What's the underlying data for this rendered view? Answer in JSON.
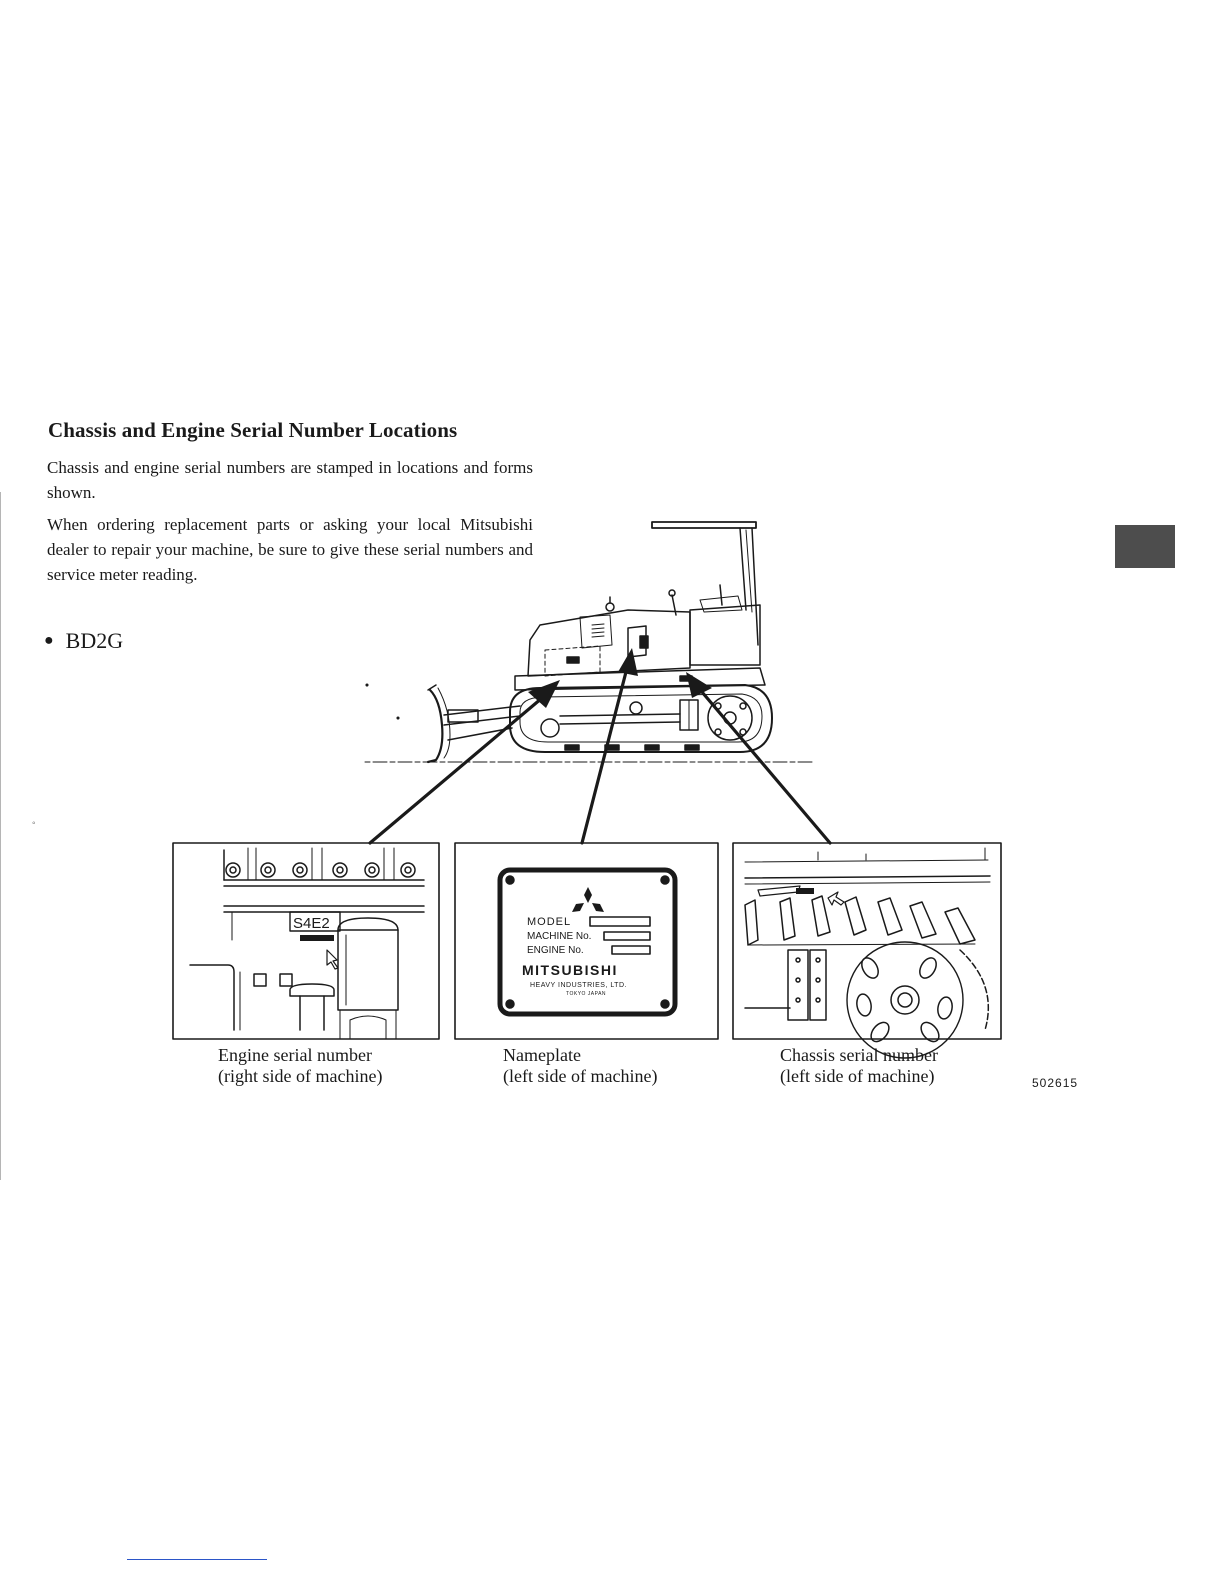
{
  "section_title": "Chassis and Engine Serial Number Locations",
  "paragraphs": [
    "Chassis and engine serial numbers are stamped in locations and forms shown.",
    "When ordering replacement parts or asking your local Mitsubishi dealer to repair your machine, be sure to give these serial numbers and service meter reading."
  ],
  "model": {
    "bullet": "●",
    "name": "BD2G"
  },
  "captions": {
    "engine": {
      "line1": "Engine serial number",
      "line2": "(right side of machine)"
    },
    "nameplate": {
      "line1": "Nameplate",
      "line2": "(left side of machine)"
    },
    "chassis": {
      "line1": "Chassis serial number",
      "line2": "(left side of machine)"
    }
  },
  "engine_stamp": "S4E2",
  "nameplate": {
    "model_label": "MODEL",
    "machine_label": "MACHINE No.",
    "engine_label": "ENGINE No.",
    "brand": "MITSUBISHI",
    "company": "HEAVY INDUSTRIES, LTD.",
    "city": "TOKYO JAPAN"
  },
  "figure_code": "502615"
}
